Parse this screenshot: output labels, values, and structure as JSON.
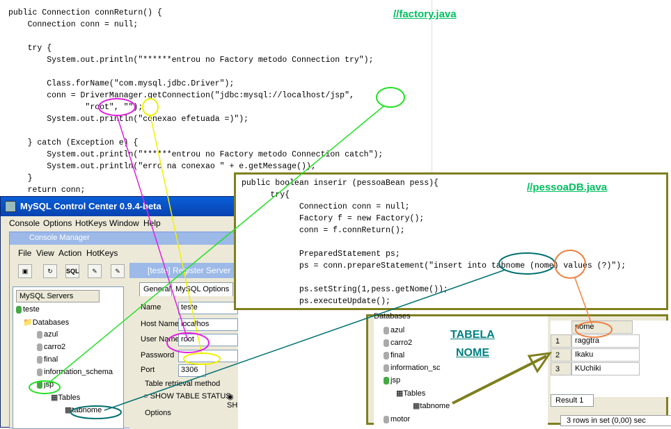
{
  "code1": {
    "file_label": "//factory.java",
    "lines": [
      "public Connection connReturn() {",
      "    Connection conn = null;",
      "",
      "    try {",
      "        System.out.println(\"******entrou no Factory metodo Connection try\");",
      "",
      "        Class.forName(\"com.mysql.jdbc.Driver\");",
      "        conn = DriverManager.getConnection(\"jdbc:mysql://localhost/jsp\",",
      "                \"root\", \"\");",
      "        System.out.println(\"conexao efetuada =)\");",
      "",
      "    } catch (Exception e) {",
      "        System.out.println(\"******entrou no Factory metodo Connection catch\");",
      "        System.out.println(\"erro na conexao \" + e.getMessage());",
      "    }",
      "    return conn;"
    ]
  },
  "code2": {
    "file_label": "//pessoaDB.java",
    "lines": [
      "public boolean inserir (pessoaBean pess){",
      "      try{",
      "            Connection conn = null;",
      "            Factory f = new Factory();",
      "            conn = f.connReturn();",
      "",
      "            PreparedStatement ps;",
      "            ps = conn.prepareStatement(\"insert into tabnome (nome) values (?)\");",
      "",
      "            ps.setString(1,pess.getNome());",
      "            ps.executeUpdate();"
    ]
  },
  "mysql": {
    "title": "MySQL Control Center 0.9.4-beta",
    "menu": [
      "Console",
      "Options",
      "HotKeys",
      "Window",
      "Help"
    ],
    "console_manager": "Console Manager",
    "submenu": [
      "File",
      "View",
      "Action",
      "HotKeys"
    ],
    "toolbar": [
      "SQL"
    ],
    "servers_tab": "MySQL Servers",
    "tree": [
      "teste",
      "Databases",
      "azul",
      "carro2",
      "final",
      "information_schema",
      "jsp",
      "Tables",
      "tabnome"
    ],
    "register_title": "[teste] Register Server",
    "tabs": [
      "General",
      "MySQL Options"
    ],
    "fields": [
      {
        "label": "Name",
        "value": "teste"
      },
      {
        "label": "Host Name",
        "value": "localhos"
      },
      {
        "label": "User Name",
        "value": "root"
      },
      {
        "label": "Password",
        "value": ""
      },
      {
        "label": "Port",
        "value": "3306"
      }
    ],
    "retrieval_label": "Table retrieval method",
    "show_status": "SHOW TABLE STATUS",
    "show_other": "SH",
    "options_label": "Options"
  },
  "dbpanel": {
    "tree": [
      "Databases",
      "azul",
      "carro2",
      "final",
      "information_sc",
      "jsp",
      "Tables",
      "tabnome",
      "motor"
    ],
    "table_label1": "TABELA",
    "table_label2": "NOME",
    "column": "nome",
    "rows": [
      {
        "num": "1",
        "value": "raggtra"
      },
      {
        "num": "2",
        "value": "Ikaku"
      },
      {
        "num": "3",
        "value": "KUchiki"
      }
    ],
    "result_tab": "Result 1",
    "status": "3 rows in set (0,00) sec"
  },
  "colors": {
    "magenta": "#e020e0",
    "yellow": "#f0f000",
    "green": "#20e020",
    "teal": "#007070",
    "orange": "#f08040",
    "olive": "#7f7f1f"
  }
}
